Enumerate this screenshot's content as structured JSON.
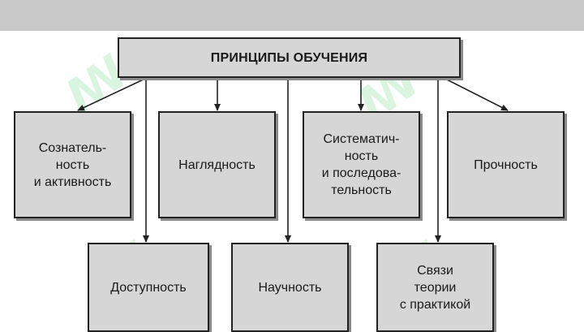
{
  "diagram": {
    "title": "ПРИНЦИПЫ ОБУЧЕНИЯ",
    "top_row": [
      {
        "label": "Сознатель-\nность\nи активность"
      },
      {
        "label": "Наглядность"
      },
      {
        "label": "Систематич-\nность\nи последова-\nтельность"
      },
      {
        "label": "Прочность"
      }
    ],
    "bottom_row": [
      {
        "label": "Доступность"
      },
      {
        "label": "Научность"
      },
      {
        "label": "Связи\nтеории\nс практикой"
      }
    ]
  },
  "colors": {
    "box_fill": "#d6d6d6",
    "border": "#222222",
    "top_band": "#c9c9c9"
  }
}
